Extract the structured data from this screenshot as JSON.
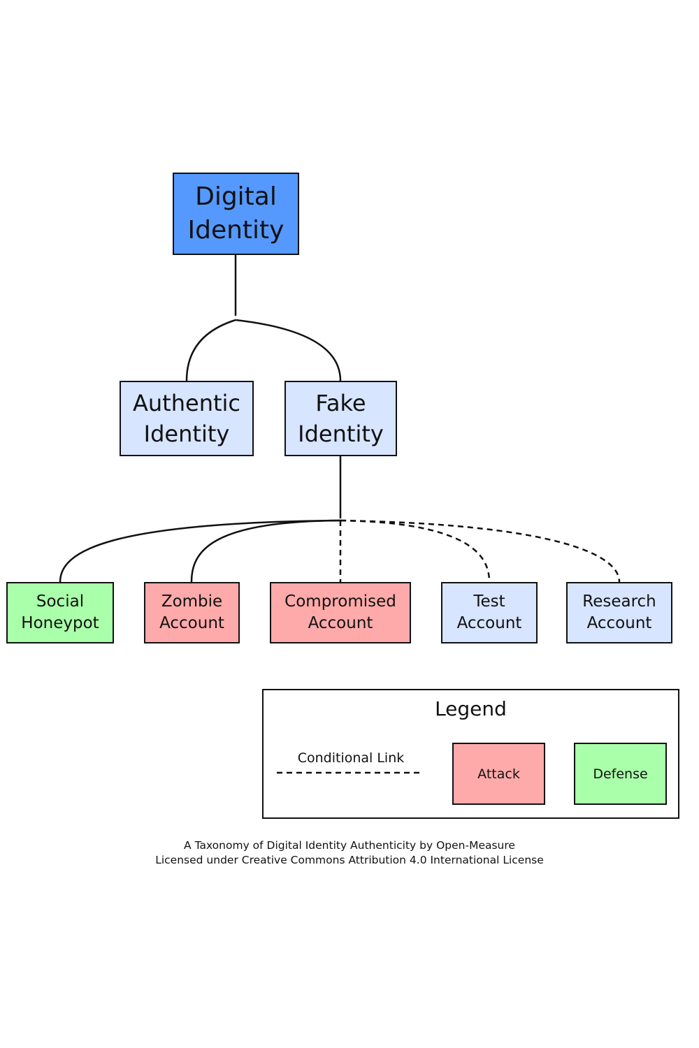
{
  "diagram": {
    "root": {
      "label": "Digital\nIdentity",
      "color": "#5599ff"
    },
    "level1": [
      {
        "id": "authentic",
        "label": "Authentic\nIdentity",
        "color": "#d7e5ff"
      },
      {
        "id": "fake",
        "label": "Fake\nIdentity",
        "color": "#d7e5ff"
      }
    ],
    "level2": [
      {
        "id": "social-honeypot",
        "label": "Social\nHoneypot",
        "color": "#aaffaa",
        "link": "solid"
      },
      {
        "id": "zombie-account",
        "label": "Zombie\nAccount",
        "color": "#ffaaaa",
        "link": "solid"
      },
      {
        "id": "compromised-account",
        "label": "Compromised\nAccount",
        "color": "#ffaaaa",
        "link": "conditional"
      },
      {
        "id": "test-account",
        "label": "Test\nAccount",
        "color": "#d7e5ff",
        "link": "conditional"
      },
      {
        "id": "research-account",
        "label": "Research\nAccount",
        "color": "#d7e5ff",
        "link": "conditional"
      }
    ]
  },
  "legend": {
    "title": "Legend",
    "conditional_link_label": "Conditional Link",
    "attack": {
      "label": "Attack",
      "color": "#ffaaaa"
    },
    "defense": {
      "label": "Defense",
      "color": "#aaffaa"
    }
  },
  "caption": {
    "line1": "A Taxonomy of Digital Identity Authenticity by Open-Measure",
    "line2": "Licensed under Creative Commons Attribution 4.0 International License"
  }
}
